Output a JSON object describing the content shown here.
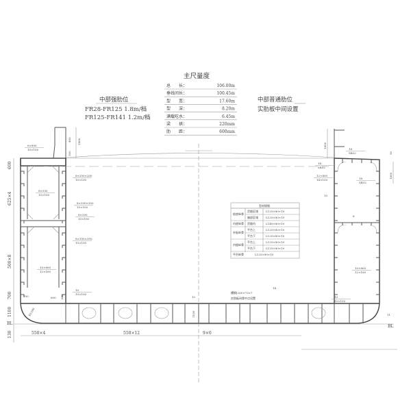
{
  "main_dimensions": {
    "title": "主尺量度",
    "rows": [
      {
        "label": "总　　长：",
        "value": "106.00m"
      },
      {
        "label": "垂线间长：",
        "value": "100.45m"
      },
      {
        "label": "型　　宽：",
        "value": "17.60m"
      },
      {
        "label": "型　　深：",
        "value": "8.20m"
      },
      {
        "label": "满载吃水：",
        "value": "6.45m"
      },
      {
        "label": "梁　　拱：",
        "value": "220mm"
      },
      {
        "label": "肋　　距：",
        "value": "600mm"
      }
    ]
  },
  "left_note": {
    "title": "中部强肋位",
    "lines": [
      "FR28-FR125  1.8m/档",
      "FR125-FR141 1.2m/档"
    ]
  },
  "right_note": {
    "title": "中部普通肋位",
    "subtitle": "实肋板中间设置"
  },
  "profile_table": {
    "title": "型材规格",
    "rows": [
      {
        "group": "船底纵骨",
        "zone": "货舱区域",
        "spec": "L125×80×10"
      },
      {
        "group": "",
        "zone": "艏部区域",
        "spec": "L125×80×10"
      },
      {
        "group": "内底纵骨",
        "zone": "货舱内",
        "spec": "L140×80×10"
      },
      {
        "group": "外板纵骨",
        "zone": "平台上",
        "spec": "L125×80×10"
      },
      {
        "group": "",
        "zone": "平台下",
        "spec": "L125×80×10"
      },
      {
        "group": "内舷纵骨",
        "zone": "平台上",
        "spec": "L125×80×10"
      },
      {
        "group": "",
        "zone": "平台下",
        "spec": "L125×80×10"
      },
      {
        "group": "平台纵骨",
        "zone": "",
        "spec": "L125×80×10"
      }
    ]
  },
  "dimensions": {
    "left_vertical": [
      "600",
      "625×4",
      "500×8",
      "700",
      "1100",
      "130"
    ],
    "bulwark_left": [
      "1400",
      "100",
      "400"
    ],
    "bulwark_right": "1800",
    "right_side": [
      "50",
      "1800"
    ],
    "bottom": [
      "550×4",
      "550×12",
      "9×0"
    ],
    "misc": [
      "700",
      "600",
      "600",
      "R1100",
      "1100",
      "BL",
      "BL"
    ]
  },
  "annotations": {
    "deck_beam": [
      "8×800",
      "10×100"
    ],
    "web_left_1": [
      "8×350×200",
      "10×100"
    ],
    "web_left_2": [
      "8×350",
      "10×100"
    ],
    "web_left_3": [
      "8×350×350",
      "10×100"
    ],
    "web_left_4": [
      "8×350",
      "10×100"
    ],
    "web_left_5": [
      "8×350×350",
      "10×100"
    ],
    "stringer_left": [
      "10×800",
      "12×160"
    ],
    "bracket_left": [
      "10",
      "10×100"
    ],
    "right_deck": [
      "18",
      "SB32"
    ],
    "right_deck2": [
      "18",
      "SB32"
    ],
    "right_side_sb": [
      "18",
      "SB32"
    ],
    "right_web": [
      "12×800",
      "14×150"
    ],
    "right_stringer": [
      "10×800",
      "12×160"
    ],
    "right_bracket": [
      "10",
      "10×100"
    ],
    "plate_10": "10",
    "plate_8": "8",
    "plate_11": "11",
    "plate_12": "12",
    "plate_14": "14",
    "channel": [
      "槽钢[200×73×7",
      "实肋板间骨中点设置"
    ]
  },
  "colors": {
    "line": "#555555",
    "background": "#ffffff"
  }
}
